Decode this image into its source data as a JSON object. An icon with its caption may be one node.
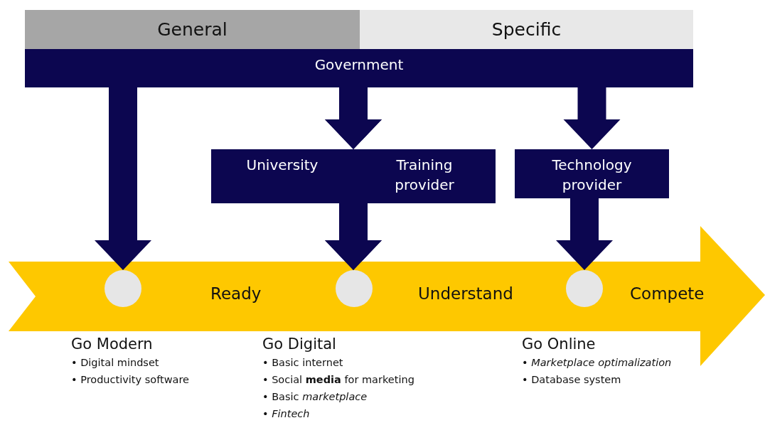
{
  "diagram": {
    "nodes": [
      {
        "text": [
          "General"
        ]
      },
      {
        "text": [
          "Specific"
        ]
      },
      {
        "text": [
          "Government"
        ]
      },
      {
        "text": [
          "University"
        ]
      },
      {
        "text": [
          "Training provider"
        ]
      },
      {
        "text": [
          "Technology provider"
        ]
      },
      {
        "text": [
          "Ready",
          "Understand",
          "Compete"
        ]
      },
      {
        "text": [],
        "shape": "circle",
        "in": 6
      },
      {
        "text": [],
        "shape": "circle",
        "in": 6
      },
      {
        "text": [],
        "shape": "circle",
        "in": 6
      },
      {
        "text": [
          "Go Modern",
          "• Digital mindset",
          "• Productivity software"
        ]
      },
      {
        "text": [
          "Go Digital",
          "• Basic internet",
          "• Social **media** for marketing",
          "• Basic *marketplace*",
          "• *Fintech*"
        ]
      },
      {
        "text": [
          "Go Online",
          "• *Marketplace optimalization*",
          "• Database system"
        ]
      }
    ],
    "edges": [
      {
        "from": 2,
        "to": 7,
        "arrow": "to"
      },
      {
        "from": 2,
        "to": 3,
        "arrow": "to"
      },
      {
        "from": 2,
        "to": 4,
        "arrow": "to"
      },
      {
        "from": 2,
        "to": 5,
        "arrow": "to"
      },
      {
        "from": 3,
        "to": 8,
        "arrow": "to"
      },
      {
        "from": 4,
        "to": 8,
        "arrow": "to"
      },
      {
        "from": 5,
        "to": 9,
        "arrow": "to"
      }
    ]
  }
}
